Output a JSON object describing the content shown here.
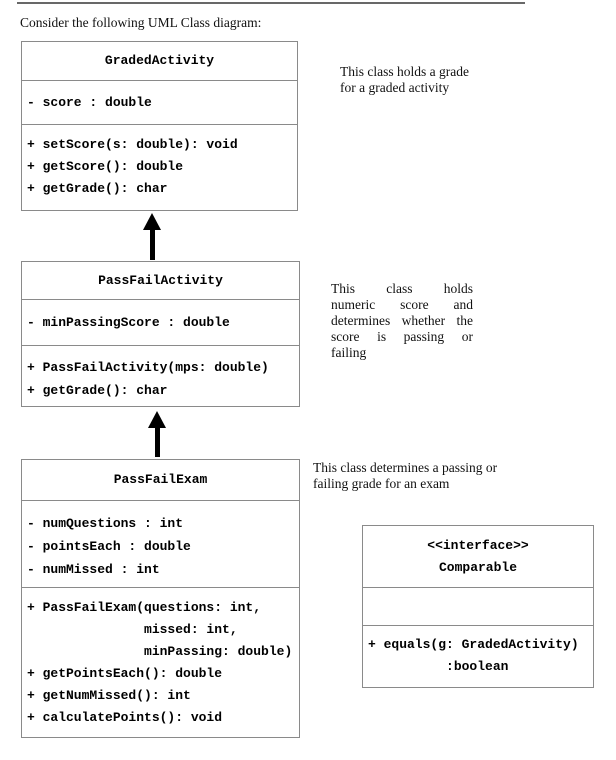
{
  "intro": "Consider the following UML Class diagram:",
  "colors": {
    "box_border": "#8a8a8a",
    "arrow": "#000000",
    "top_rule": "#686868",
    "text": "#000000"
  },
  "classes": {
    "graded_activity": {
      "title": "GradedActivity",
      "attributes": [
        "- score : double"
      ],
      "methods": [
        "+ setScore(s: double): void",
        "+ getScore(): double",
        "+ getGrade(): char"
      ]
    },
    "pass_fail_activity": {
      "title": "PassFailActivity",
      "attributes": [
        "- minPassingScore : double"
      ],
      "methods": [
        "+ PassFailActivity(mps: double)",
        "+ getGrade(): char"
      ]
    },
    "pass_fail_exam": {
      "title": "PassFailExam",
      "attributes": [
        "- numQuestions : int",
        "- pointsEach : double",
        "- numMissed : int"
      ],
      "methods": [
        "+ PassFailExam(questions: int,",
        "               missed: int,",
        "               minPassing: double)",
        "+ getPointsEach(): double",
        "+ getNumMissed(): int",
        "+ calculatePoints(): void"
      ]
    },
    "comparable": {
      "stereotype": "<<interface>>",
      "title": "Comparable",
      "attributes": [],
      "methods": [
        "+ equals(g: GradedActivity)",
        "          :boolean"
      ]
    }
  },
  "notes": {
    "graded_activity": {
      "lines": [
        "This class holds a grade",
        "for a graded activity"
      ]
    },
    "pass_fail_activity": {
      "lines": [
        "This class holds",
        "numeric score and",
        "determines whether the",
        "score is passing or",
        "failing"
      ]
    },
    "pass_fail_exam": {
      "lines": [
        "This class determines a passing or",
        "failing grade for an exam"
      ]
    }
  }
}
